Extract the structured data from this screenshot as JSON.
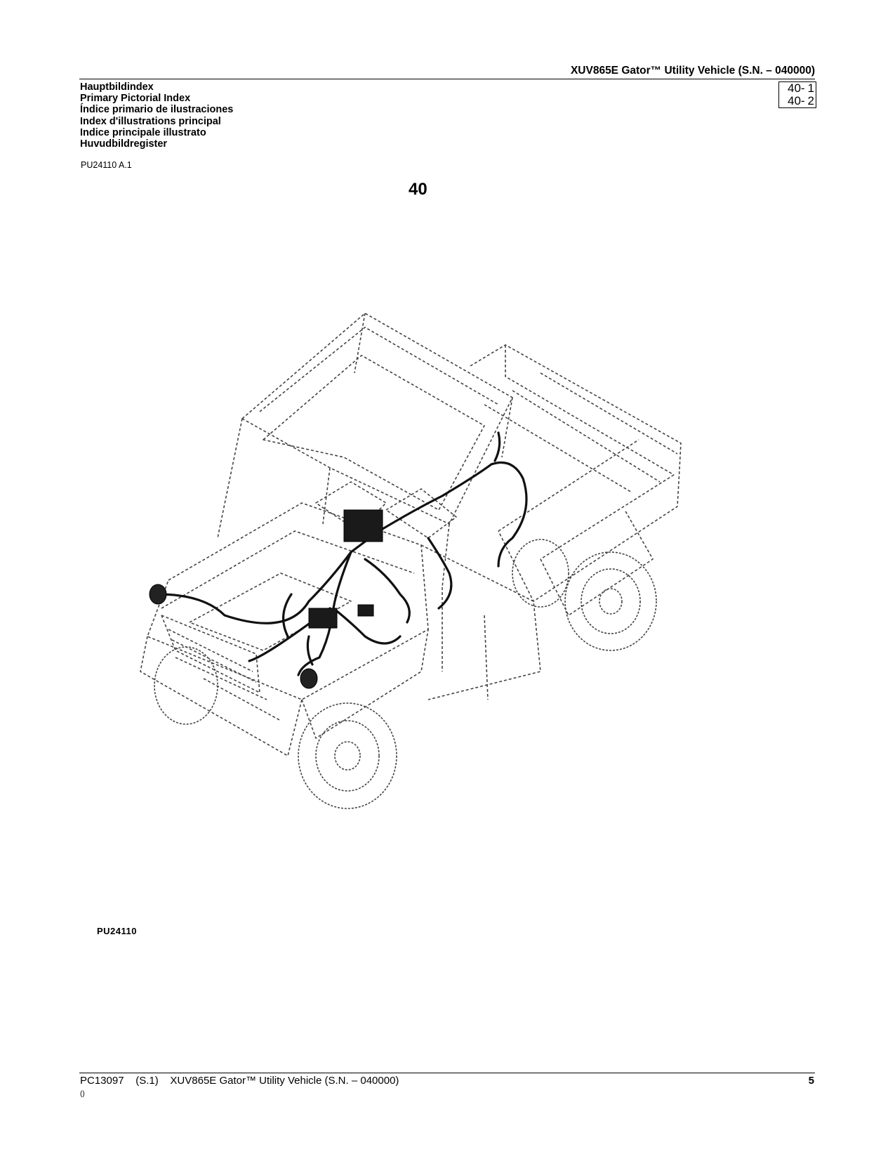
{
  "header": {
    "title": "XUV865E Gator™ Utility Vehicle (S.N. – 040000)"
  },
  "index_titles": [
    "Hauptbildindex",
    "Primary Pictorial Index",
    "Índice primario de ilustraciones",
    "Index d'illustrations principal",
    "Indice principale illustrato",
    "Huvudbildregister"
  ],
  "reference_code": "PU24110 A.1",
  "page_refs": [
    {
      "section": "40-",
      "page": "1"
    },
    {
      "section": "40-",
      "page": "2"
    }
  ],
  "figure": {
    "group_number": "40",
    "image_id": "PU24110"
  },
  "footer": {
    "doc_code": "PC13097",
    "sheet": "(S.1)",
    "title": "XUV865E Gator™ Utility Vehicle (S.N. – 040000)",
    "page_number": "5",
    "sub_note": "()"
  }
}
